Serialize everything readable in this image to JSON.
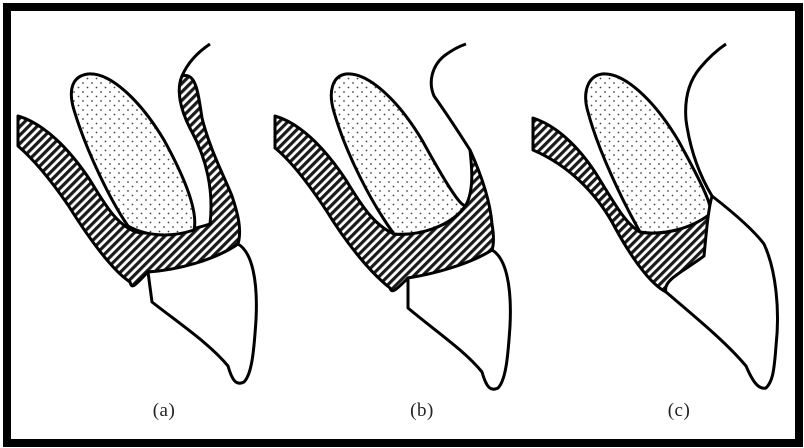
{
  "panels": [
    {
      "label": "(a)"
    },
    {
      "label": "(b)"
    },
    {
      "label": "(c)"
    }
  ],
  "colors": {
    "frame": "#000000",
    "outline": "#000000",
    "fill": "#ffffff",
    "caption": "#222222"
  },
  "fills": {
    "hatched": "diagonal-hatch",
    "dotted": "stipple-dots"
  }
}
